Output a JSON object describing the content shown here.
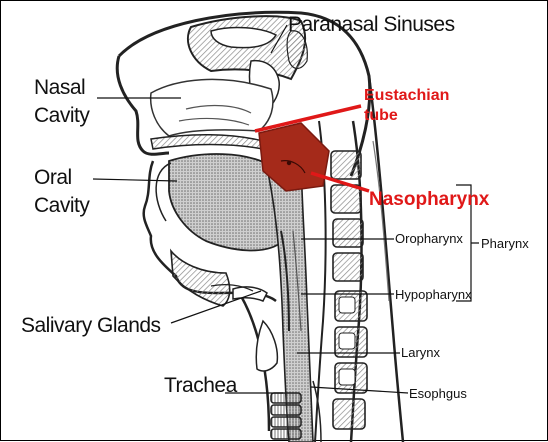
{
  "labels": {
    "paranasal_sinuses": "Paranasal Sinuses",
    "nasal": "Nasal",
    "nasal_cavity_word": "Cavity",
    "oral": "Oral",
    "oral_cavity_word": "Cavity",
    "salivary_glands": "Salivary Glands",
    "trachea": "Trachea",
    "eustachian": "Eustachian",
    "tube": "tube",
    "nasopharynx": "Nasopharynx",
    "oropharynx": "Oropharynx",
    "hypopharynx": "Hypopharynx",
    "pharynx": "Pharynx",
    "larynx": "Larynx",
    "esophagus": "Esophgus"
  },
  "colors": {
    "highlight_label": "#e01818",
    "nasopharynx_region": "#a52a1a",
    "line_art": "#222222",
    "bone_hatch": "#9a9a9a"
  }
}
